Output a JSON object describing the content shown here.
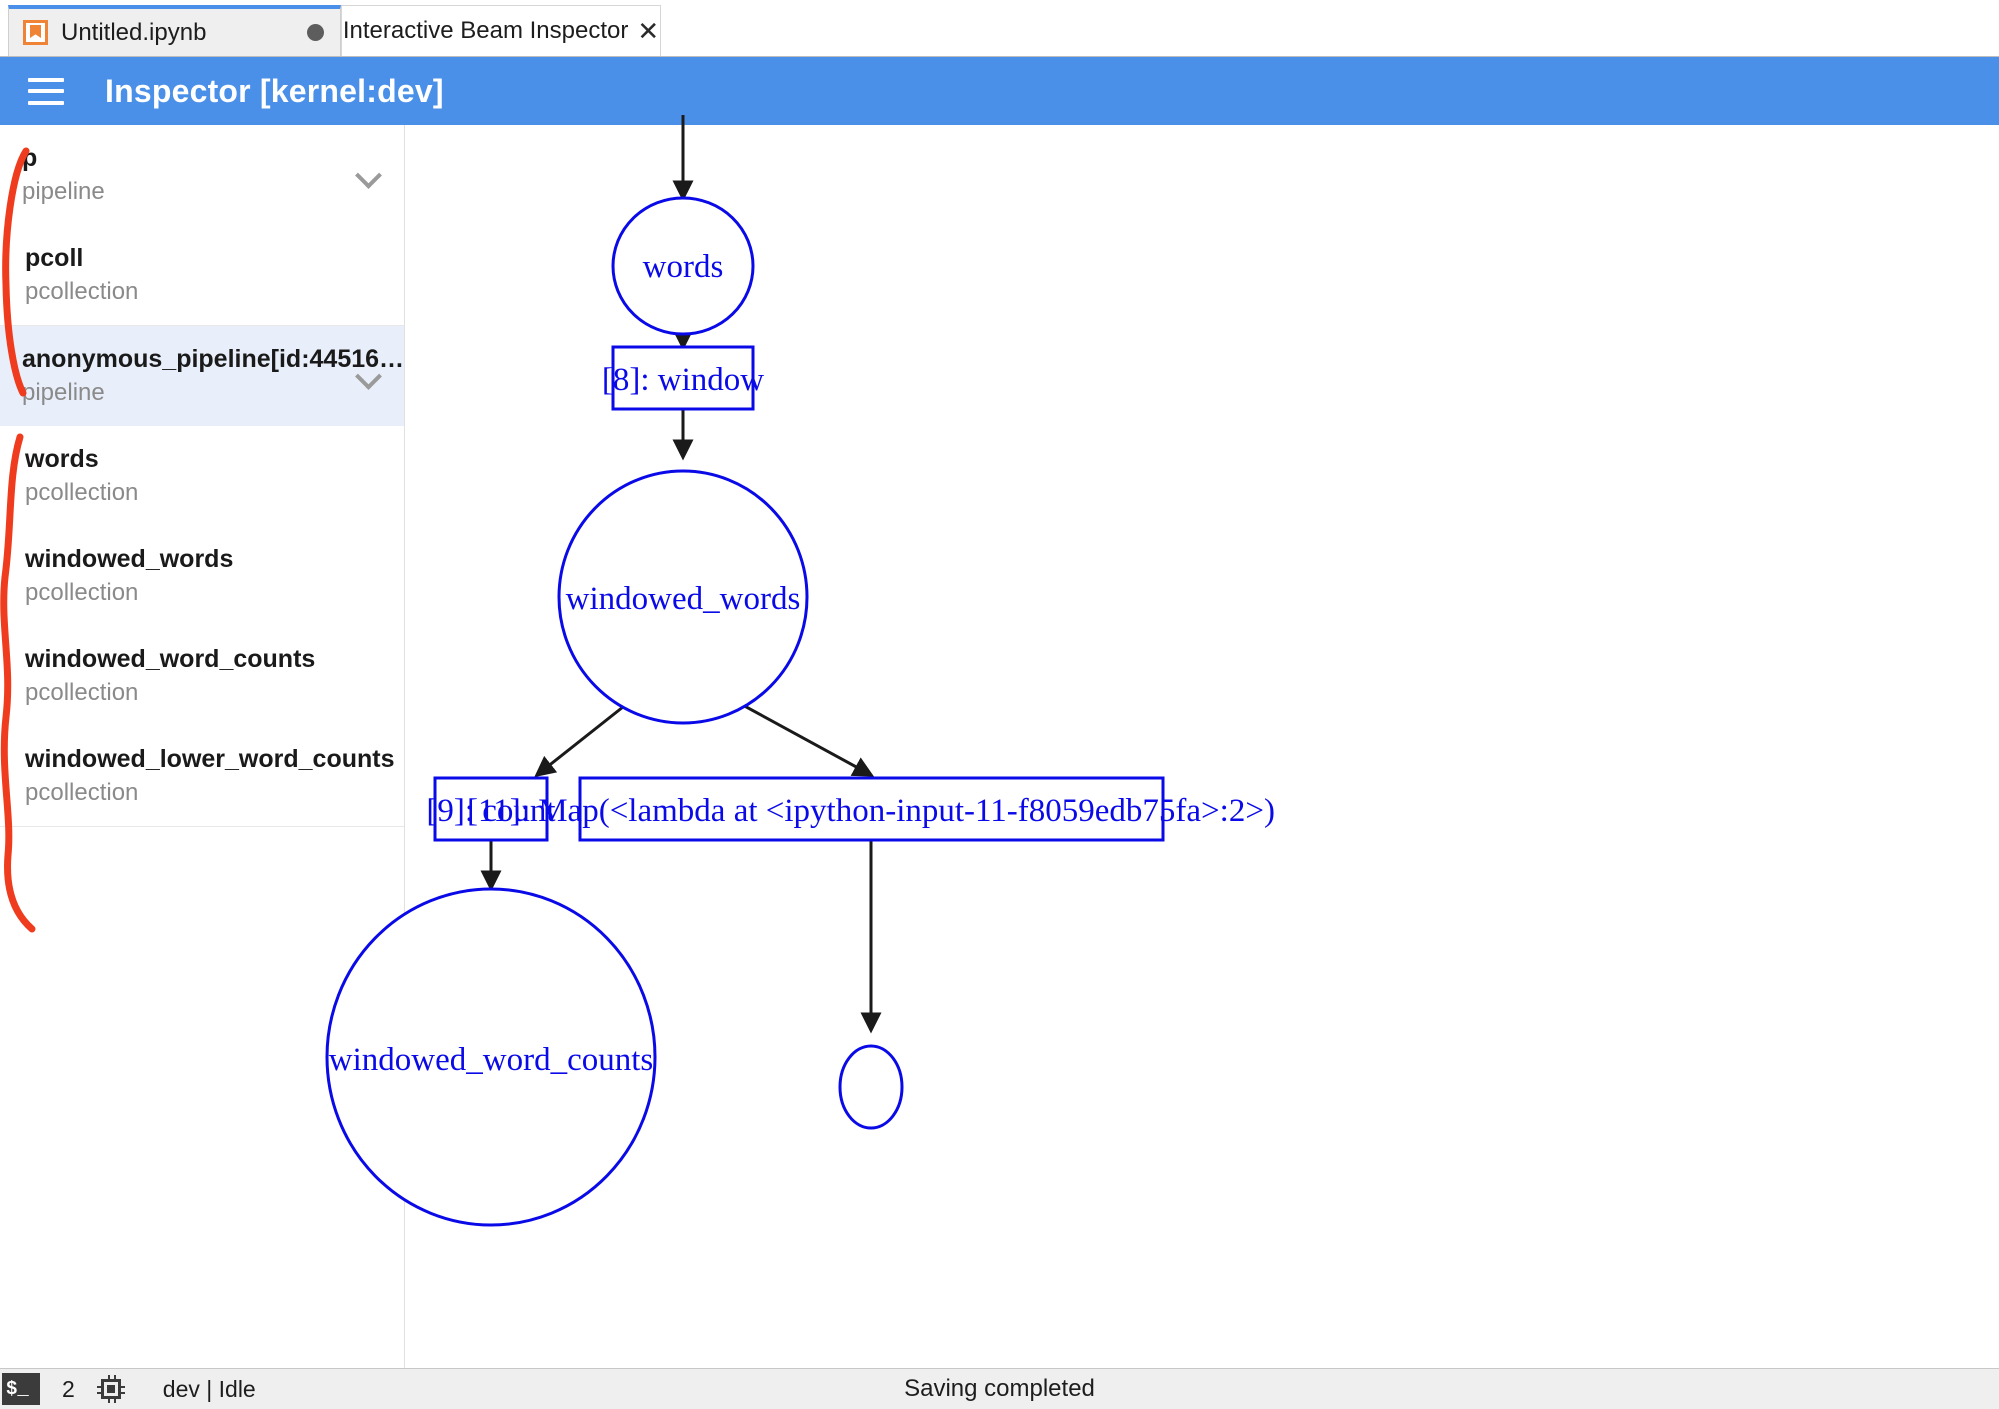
{
  "tabs": [
    {
      "label": "Untitled.ipynb",
      "icon": "notebook-icon",
      "dirty": true,
      "active": false
    },
    {
      "label": "Interactive Beam Inspector",
      "icon": "close-icon",
      "dirty": false,
      "active": true
    }
  ],
  "header": {
    "menu_icon": "hamburger-menu-icon",
    "title": "Inspector [kernel:dev]",
    "background": "#4a90e8"
  },
  "sidebar": {
    "groups": [
      {
        "root": {
          "name": "p",
          "type": "pipeline",
          "chevron": "chevron-down-icon",
          "selected": false
        },
        "children": [
          {
            "name": "pcoll",
            "type": "pcollection"
          }
        ]
      },
      {
        "root": {
          "name": "anonymous_pipeline[id:44516…",
          "type": "pipeline",
          "chevron": "chevron-down-icon",
          "selected": true
        },
        "children": [
          {
            "name": "words",
            "type": "pcollection"
          },
          {
            "name": "windowed_words",
            "type": "pcollection"
          },
          {
            "name": "windowed_word_counts",
            "type": "pcollection"
          },
          {
            "name": "windowed_lower_word_counts",
            "type": "pcollection"
          }
        ]
      }
    ],
    "annotation_color": "#f03c1e"
  },
  "graph": {
    "node_color": "#0a0ae8",
    "edge_color": "#1a1a1a",
    "nodes": [
      {
        "id": "words",
        "label": "words",
        "shape": "ellipse"
      },
      {
        "id": "window",
        "label": "[8]: window",
        "shape": "box"
      },
      {
        "id": "windowed_words",
        "label": "windowed_words",
        "shape": "ellipse"
      },
      {
        "id": "count",
        "label": "[9]: count",
        "shape": "box"
      },
      {
        "id": "map",
        "label": "[11]: Map(<lambda at <ipython-input-11-f8059edb75fa>:2>)",
        "shape": "box"
      },
      {
        "id": "windowed_word_counts",
        "label": "windowed_word_counts",
        "shape": "ellipse"
      },
      {
        "id": "unnamed",
        "label": "",
        "shape": "ellipse"
      }
    ],
    "edges": [
      {
        "from": "",
        "to": "words"
      },
      {
        "from": "words",
        "to": "window"
      },
      {
        "from": "window",
        "to": "windowed_words"
      },
      {
        "from": "windowed_words",
        "to": "count"
      },
      {
        "from": "windowed_words",
        "to": "map"
      },
      {
        "from": "count",
        "to": "windowed_word_counts"
      },
      {
        "from": "map",
        "to": "unnamed"
      }
    ]
  },
  "statusbar": {
    "terminal_icon_label": "$_",
    "kernel_count": "2",
    "chip_icon": "cpu-chip-icon",
    "kernel_status": "dev | Idle",
    "save_status": "Saving completed"
  }
}
